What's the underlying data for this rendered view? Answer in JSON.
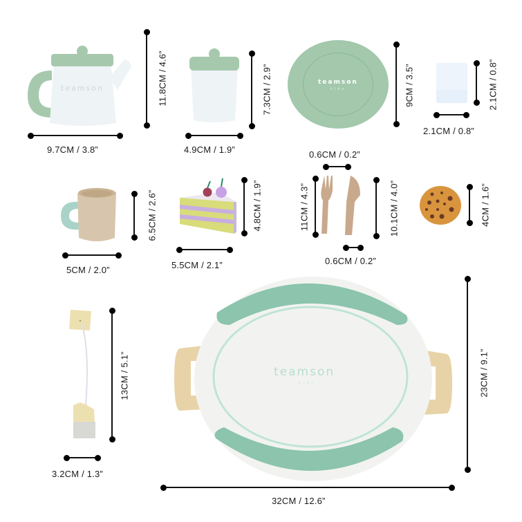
{
  "brand": {
    "logo": "teamson",
    "sub": "kids"
  },
  "colors": {
    "sage": "#9bc3a5",
    "mint": "#8cc4ad",
    "mint_light": "#c8e8dc",
    "white_body": "#eef3f6",
    "wood": "#d9c4a8",
    "dim_line": "#111111"
  },
  "items": [
    {
      "name": "Teapot",
      "width": "9.7CM / 3.8”",
      "height": "11.8CM / 4.6”"
    },
    {
      "name": "Sugar Pot",
      "width": "4.9CM / 1.9”",
      "height": "7.3CM / 2.9”"
    },
    {
      "name": "Plate",
      "height": "9CM / 3.5”"
    },
    {
      "name": "Sugar Cube",
      "width": "2.1CM / 0.8”",
      "height": "2.1CM / 0.8”"
    },
    {
      "name": "Cup",
      "width": "5CM / 2.0”",
      "height": "6.5CM / 2.6”"
    },
    {
      "name": "Cake Slice",
      "width": "5.5CM / 2.1”",
      "height": "4.8CM / 1.9”"
    },
    {
      "name": "Fork",
      "width": "0.6CM / 0.2”",
      "height": "11CM / 4.3”"
    },
    {
      "name": "Knife",
      "width": "0.6CM / 0.2”",
      "height": "10.1CM / 4.0”"
    },
    {
      "name": "Cookie",
      "height": "4CM / 1.6”"
    },
    {
      "name": "Tea Bag",
      "width": "3.2CM / 1.3”",
      "height": "13CM / 5.1”"
    },
    {
      "name": "Tray",
      "width": "32CM / 12.6”",
      "height": "23CM / 9.1”"
    }
  ]
}
